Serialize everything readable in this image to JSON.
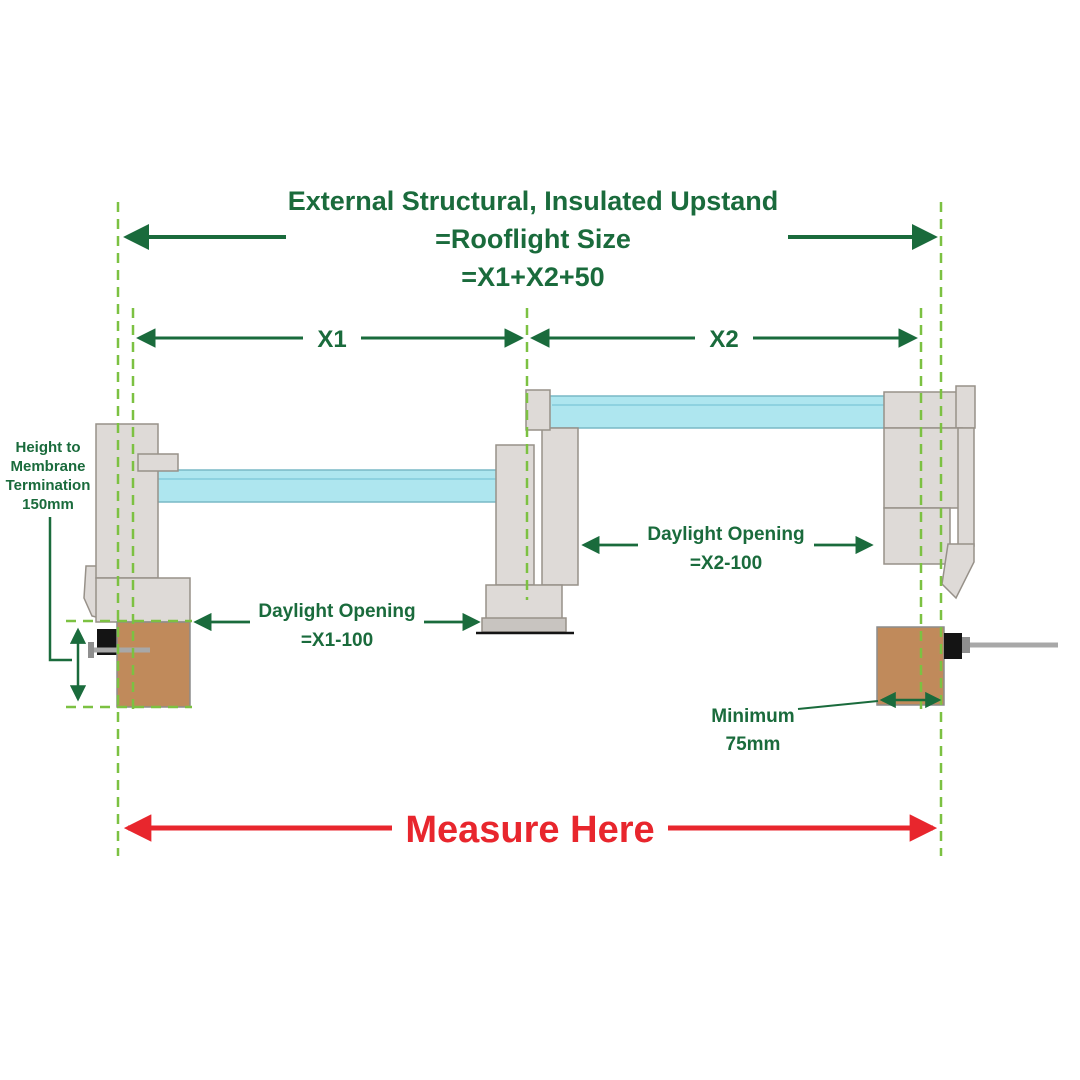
{
  "title": {
    "line1": "External Structural, Insulated Upstand",
    "line2": "=Rooflight Size",
    "line3": "=X1+X2+50"
  },
  "dimension_labels": {
    "x1": "X1",
    "x2": "X2"
  },
  "annotations": {
    "height_membrane": {
      "line1": "Height to",
      "line2": "Membrane",
      "line3": "Termination",
      "line4": "150mm"
    },
    "daylight_opening_left": {
      "line1": "Daylight Opening",
      "line2": "=X1-100"
    },
    "daylight_opening_right": {
      "line1": "Daylight Opening",
      "line2": "=X2-100"
    },
    "minimum": {
      "line1": "Minimum",
      "line2": "75mm"
    },
    "measure_here": "Measure Here"
  },
  "colors": {
    "dark_green": "#1a6b3c",
    "dashed_green": "#7cc142",
    "glazing_cyan": "#aee6ef",
    "frame_gray": "#dedad7",
    "wood_brown": "#c08a5b",
    "measure_red": "#e8262d"
  }
}
